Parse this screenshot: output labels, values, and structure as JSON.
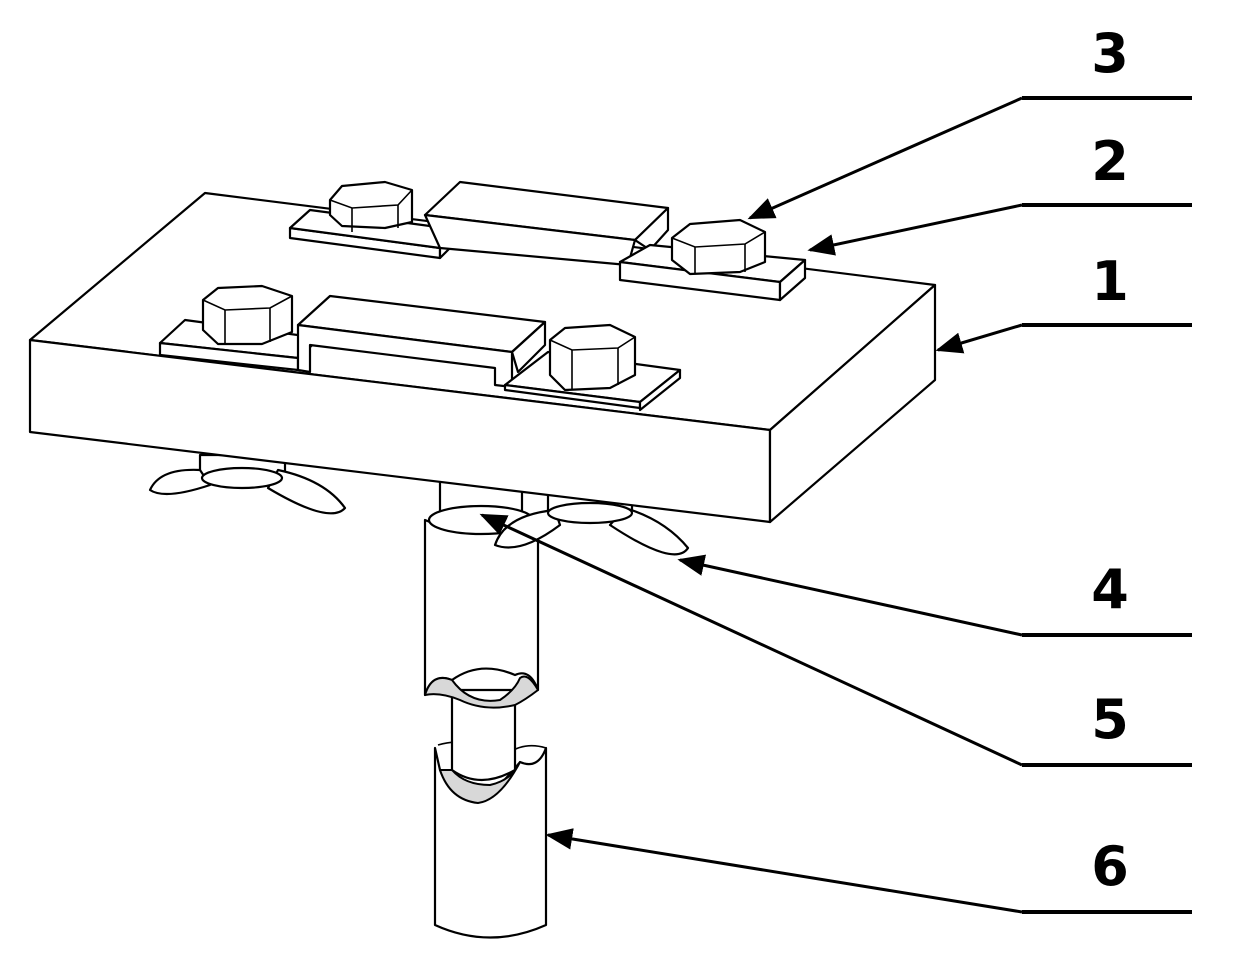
{
  "callouts": [
    {
      "id": "3",
      "label": "3"
    },
    {
      "id": "2",
      "label": "2"
    },
    {
      "id": "1",
      "label": "1"
    },
    {
      "id": "4",
      "label": "4"
    },
    {
      "id": "5",
      "label": "5"
    },
    {
      "id": "6",
      "label": "6"
    }
  ]
}
